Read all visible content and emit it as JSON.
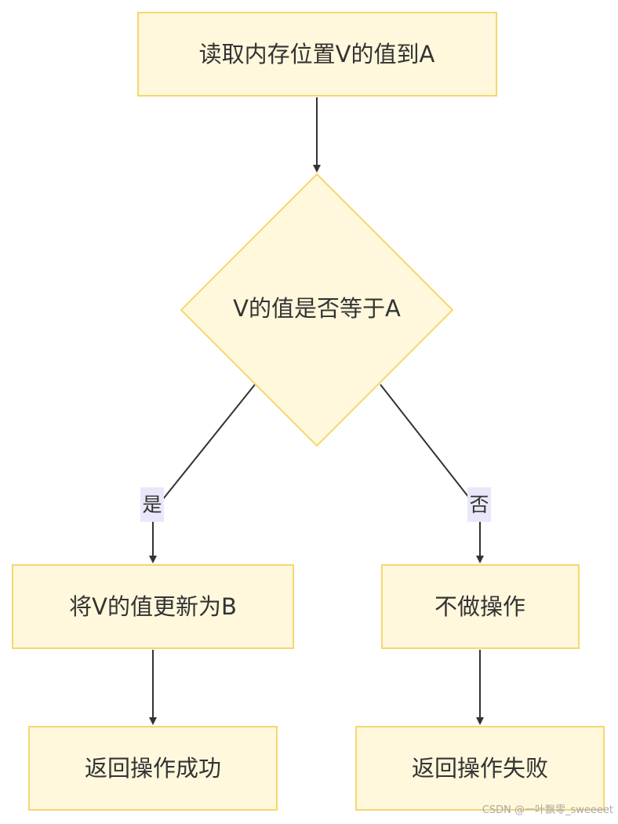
{
  "nodes": {
    "read": "读取内存位置V的值到A",
    "compare": "V的值是否等于A",
    "update": "将V的值更新为B",
    "noop": "不做操作",
    "success": "返回操作成功",
    "fail": "返回操作失败"
  },
  "edges": {
    "yes": "是",
    "no": "否"
  },
  "watermark": "CSDN @一叶飘零_sweeeet",
  "colors": {
    "node_fill": "#fff8dc",
    "node_stroke": "#f5d76e",
    "edge": "#333333",
    "edge_label_bg": "#e8e8fa"
  }
}
